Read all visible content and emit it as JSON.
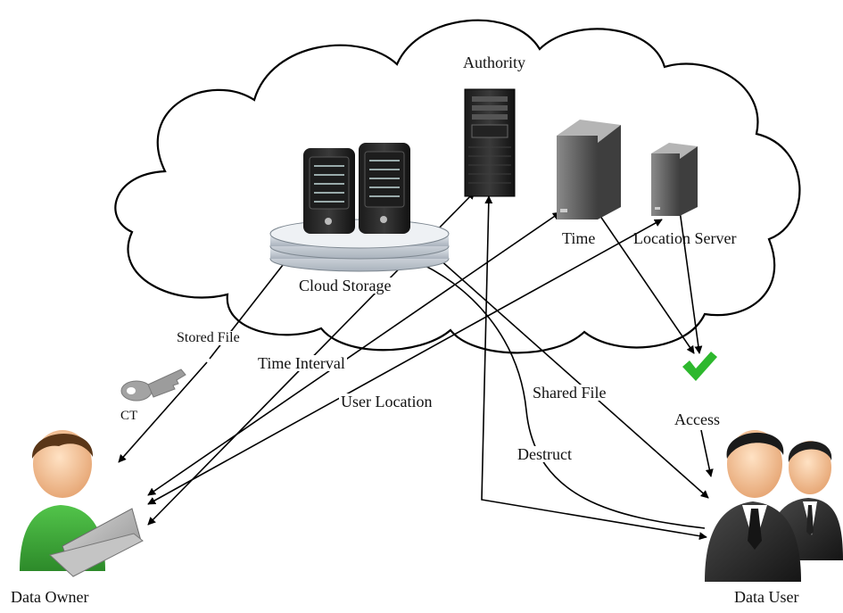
{
  "labels": {
    "authority": "Authority",
    "cloud_storage": "Cloud Storage",
    "time": "Time",
    "location_server": "Location Server",
    "stored_file": "Stored File",
    "time_interval": "Time Interval",
    "user_location": "User Location",
    "shared_file": "Shared File",
    "access": "Access",
    "destruct": "Destruct",
    "ct": "CT",
    "data_owner": "Data Owner",
    "data_user": "Data User"
  },
  "colors": {
    "cloud_stroke": "#000000",
    "arrow": "#000000",
    "check": "#2db82d",
    "owner_shirt": "#3aa836",
    "user_suit": "#2a2a2a",
    "server_dark": "#2b2b2b",
    "server_gray": "#6e6e6e",
    "key_gray": "#9a9a9a"
  },
  "icons": [
    "cloud-shape",
    "authority-server-icon",
    "time-server-icon",
    "location-server-icon",
    "cloud-storage-icon",
    "key-icon",
    "checkmark-icon",
    "data-owner-icon",
    "data-user-icon"
  ]
}
